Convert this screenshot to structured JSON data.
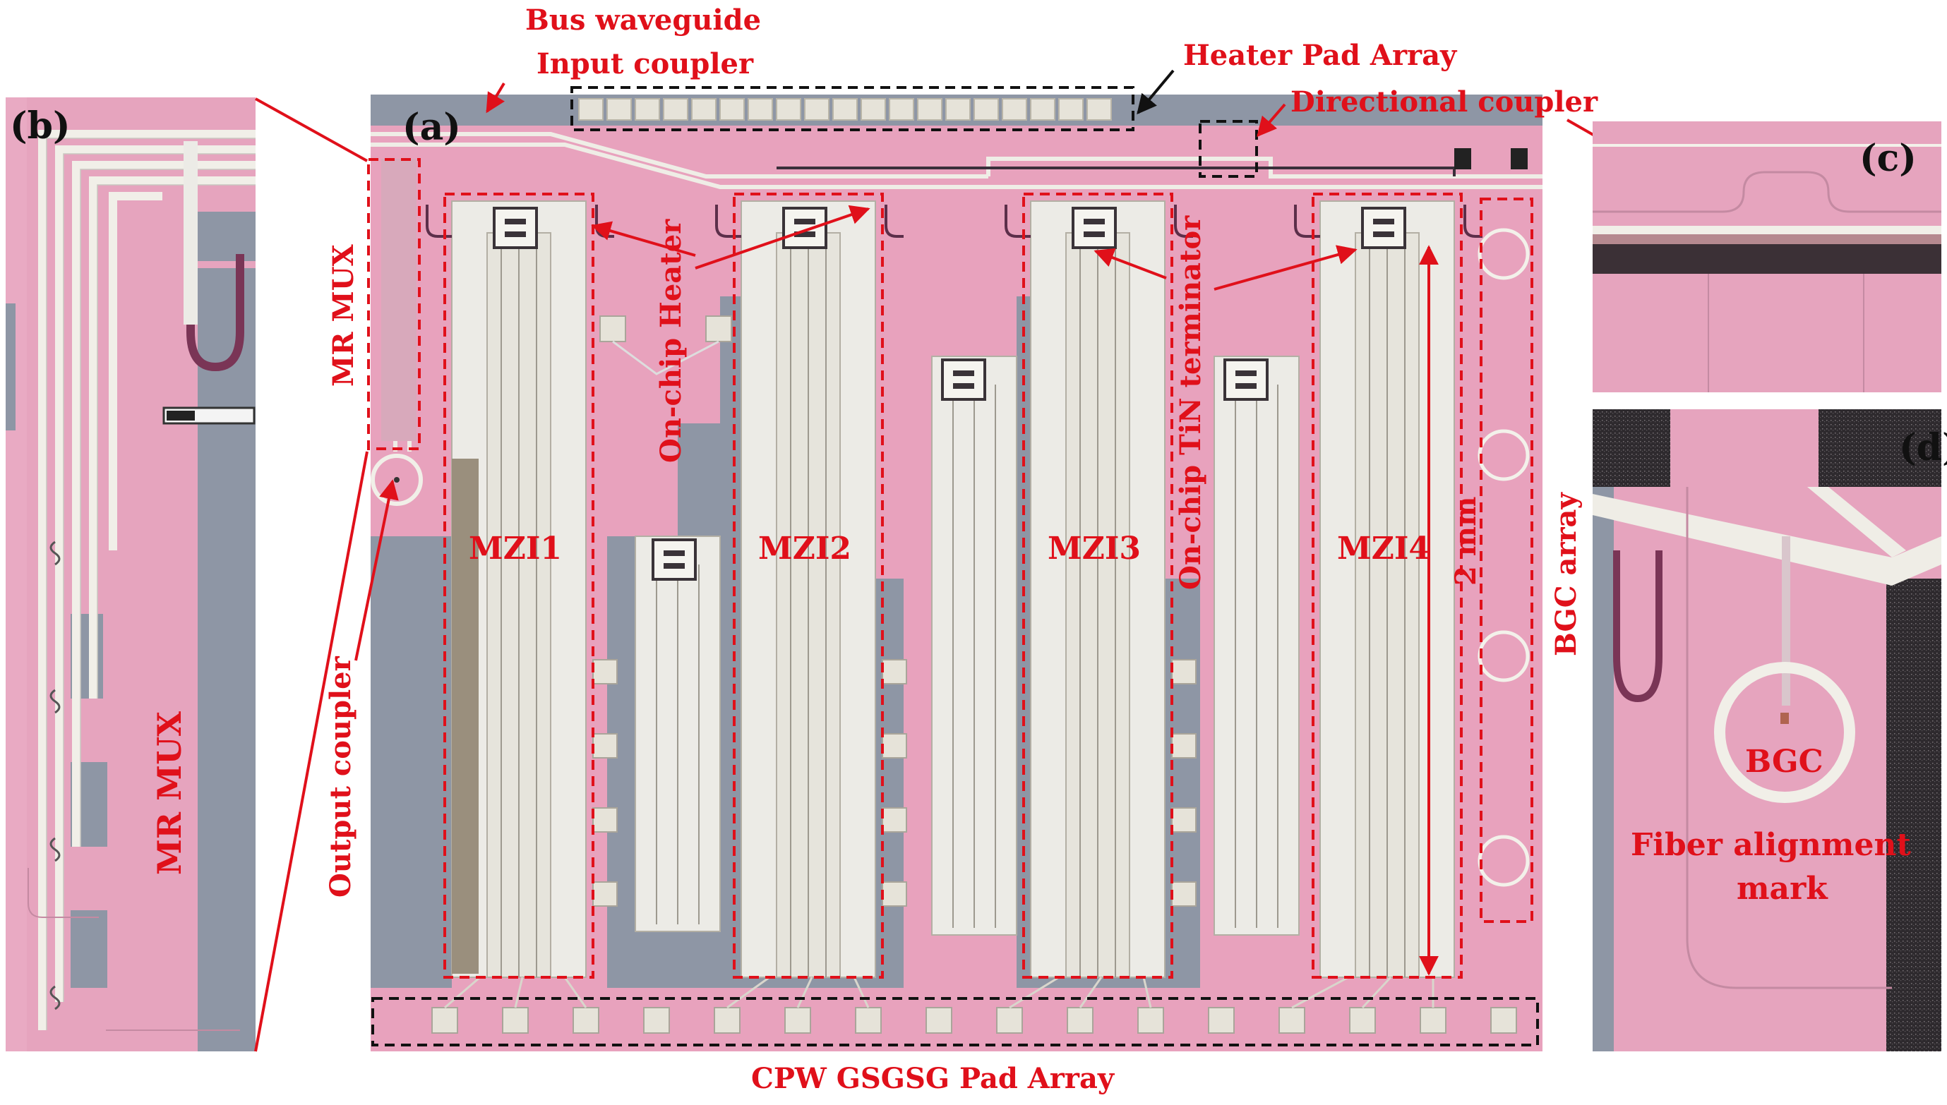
{
  "panels": {
    "a": "(a)",
    "b": "(b)",
    "c": "(c)",
    "d": "(d)"
  },
  "labels": {
    "bus_waveguide": "Bus waveguide",
    "input_coupler": "Input coupler",
    "heater_pad_array": "Heater Pad Array",
    "directional_coupler": "Directional coupler",
    "mr_mux_a": "MR MUX",
    "mr_mux_b": "MR MUX",
    "on_chip_heater": "On-chip Heater",
    "on_chip_tin_terminator": "On-chip TiN terminator",
    "output_coupler": "Output coupler",
    "mzi1": "MZI1",
    "mzi2": "MZI2",
    "mzi3": "MZI3",
    "mzi4": "MZI4",
    "length_2mm": "2 mm",
    "bgc_array": "BGC array",
    "cpw_pad_array": "CPW GSGSG Pad Array",
    "bgc": "BGC",
    "fiber_alignment_mark_1": "Fiber alignment",
    "fiber_alignment_mark_2": "mark"
  },
  "colors": {
    "chip_pink": "#e8a2bd",
    "chip_gray": "#8e96a5",
    "metal": "#ecebe6",
    "annotation_red": "#e0101a",
    "dark_metal": "#2c2a2e"
  }
}
